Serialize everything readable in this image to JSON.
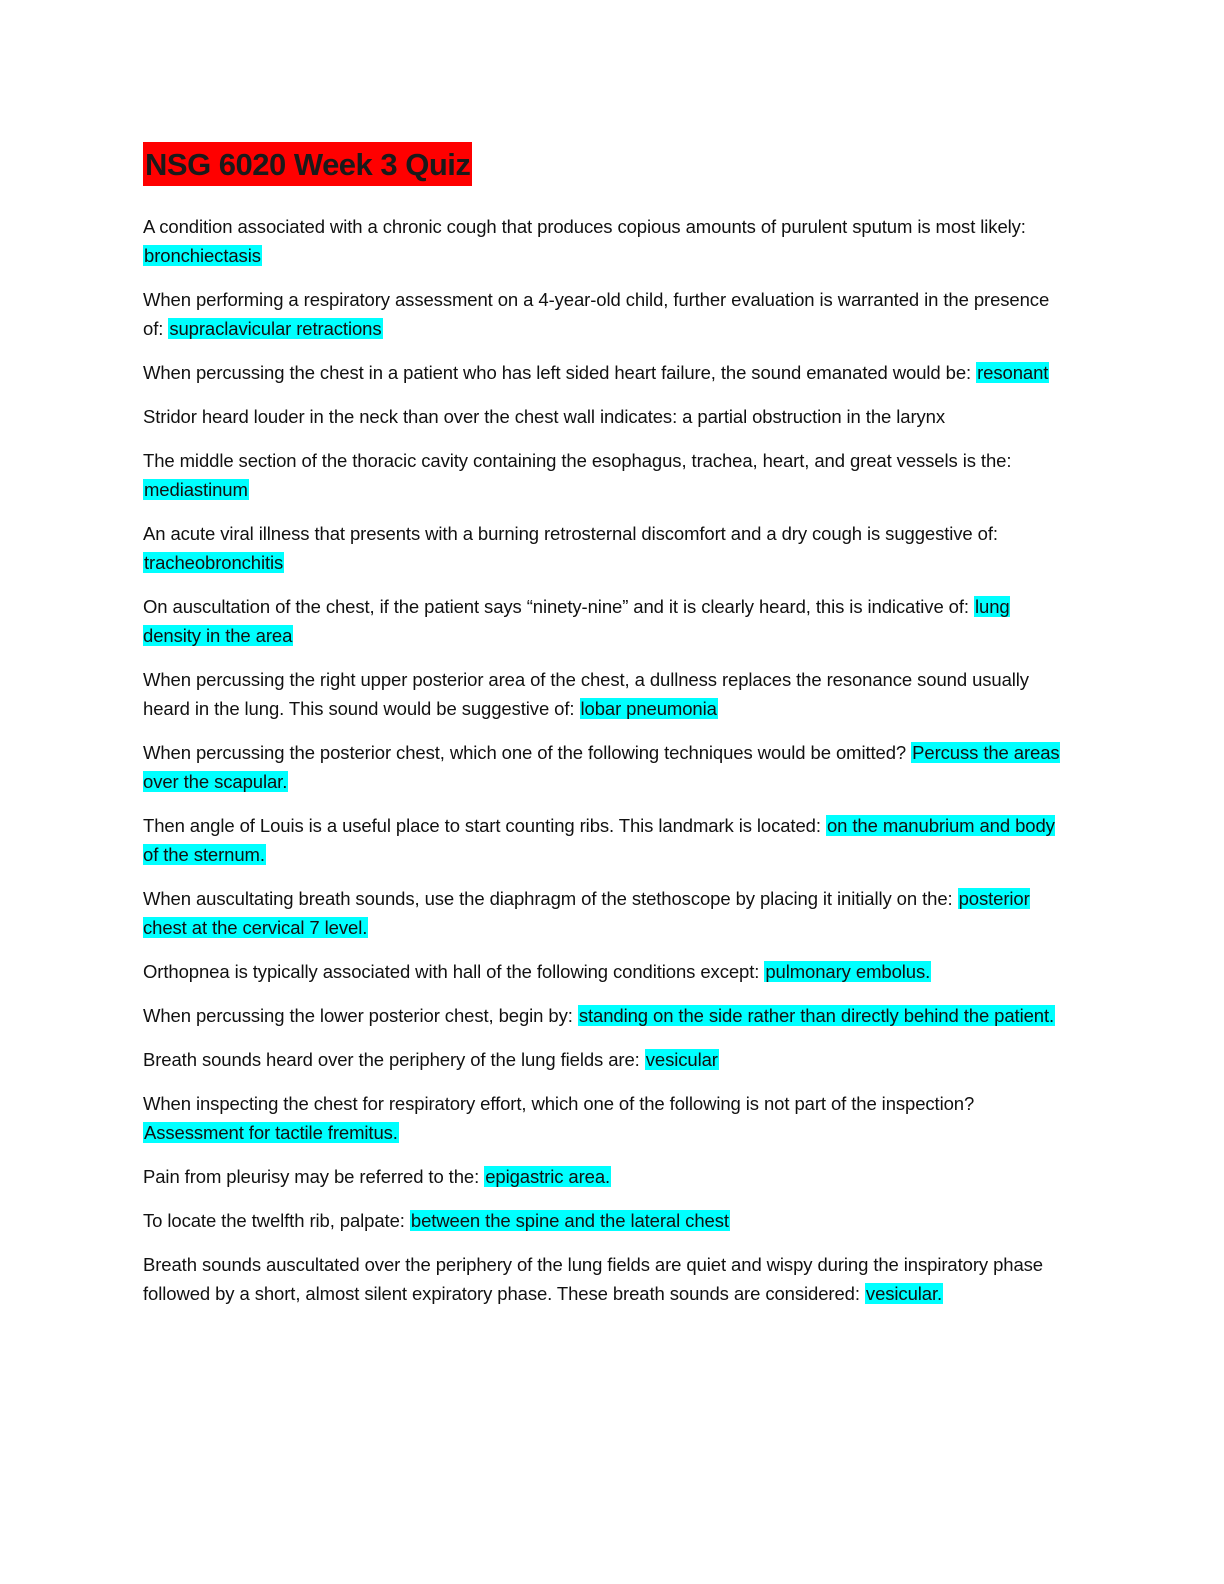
{
  "document": {
    "title": "NSG 6020 Week 3 Quiz",
    "colors": {
      "title_highlight": "#ff0000",
      "answer_highlight": "#00ffff"
    },
    "items": [
      {
        "q": "A condition associated with a chronic cough that produces copious amounts of purulent sputum is most likely: ",
        "a": "bronchiectasis"
      },
      {
        "q": "When performing a respiratory assessment on a 4-year-old child, further evaluation is warranted in the presence of: ",
        "a": "supraclavicular retractions"
      },
      {
        "q": "When percussing the chest in a patient who has left sided heart failure, the sound emanated would be: ",
        "a": "resonant"
      },
      {
        "q": "Stridor heard louder in the neck than over the chest wall indicates: a partial obstruction in the larynx",
        "a": ""
      },
      {
        "q": "The middle section of the thoracic cavity containing the esophagus, trachea, heart, and great vessels is the: ",
        "a": "mediastinum"
      },
      {
        "q": "An acute viral illness that presents with a burning retrosternal discomfort and a dry cough is suggestive of: ",
        "a": "tracheobronchitis"
      },
      {
        "q": "On auscultation of the chest, if the patient says “ninety-nine” and it is clearly heard, this is indicative of: ",
        "a": "lung density in the area"
      },
      {
        "q": "When percussing the right upper posterior area of the chest, a dullness replaces the resonance sound usually heard in the lung. This sound would be suggestive of: ",
        "a": "lobar pneumonia"
      },
      {
        "q": "When percussing the posterior chest, which one of the following techniques would be omitted? ",
        "a": "Percuss the areas over the scapular."
      },
      {
        "q": "Then angle of Louis is a useful place to start counting ribs. This landmark is located: ",
        "a": "on the manubrium and body of the sternum."
      },
      {
        "q": "When auscultating breath sounds, use the diaphragm of the stethoscope by placing it initially on the: ",
        "a": "posterior chest at the cervical 7 level."
      },
      {
        "q": "Orthopnea is typically associated with hall of the following conditions except: ",
        "a": "pulmonary embolus."
      },
      {
        "q": "When percussing the lower posterior chest, begin by: ",
        "a": "standing on the side rather than directly behind the patient."
      },
      {
        "q": "Breath sounds heard over the periphery of the lung fields are: ",
        "a": "vesicular"
      },
      {
        "q": "When inspecting the chest for respiratory effort, which one of the following is not part of the inspection? ",
        "a": "Assessment for tactile fremitus."
      },
      {
        "q": "Pain from pleurisy may be referred to the: ",
        "a": "epigastric area."
      },
      {
        "q": "To locate the twelfth rib, palpate: ",
        "a": "between the spine and the lateral chest"
      },
      {
        "q": "Breath sounds auscultated over the periphery of the lung fields are quiet and wispy during the inspiratory phase followed by a short, almost silent expiratory phase. These breath sounds are considered: ",
        "a": "vesicular."
      }
    ]
  }
}
